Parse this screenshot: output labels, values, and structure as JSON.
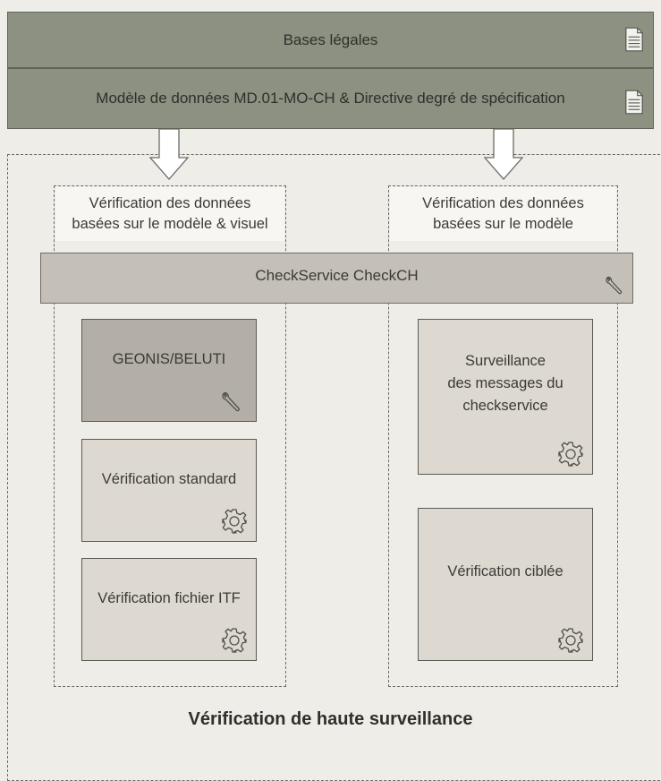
{
  "top_bars": {
    "legal_bases": "Bases légales",
    "data_model": "Modèle de données MD.01-MO-CH & Directive degré de spécification"
  },
  "columns": {
    "left_heading_line1": "Vérification des données",
    "left_heading_line2": "basées sur le modèle & visuel",
    "right_heading_line1": "Vérification des données",
    "right_heading_line2": "basées sur le modèle"
  },
  "checkservice_bar": "CheckService CheckCH",
  "left_boxes": {
    "geonis": "GEONIS/BELUTI",
    "standard": "Vérification standard",
    "itf": "Vérification fichier ITF"
  },
  "right_boxes": {
    "monitoring_line1": "Surveillance",
    "monitoring_line2": "des messages du",
    "monitoring_line3": "checkservice",
    "targeted": "Vérification ciblée"
  },
  "footer_title": "Vérification de haute surveillance",
  "icons": {
    "document": "document-icon",
    "wrench": "wrench-icon",
    "gear": "gear-icon"
  },
  "colors": {
    "top_bar": "#8c9182",
    "checkservice_bar": "#c5c0b7",
    "dark_box": "#b3aea6",
    "light_box": "#ddd8d0"
  }
}
